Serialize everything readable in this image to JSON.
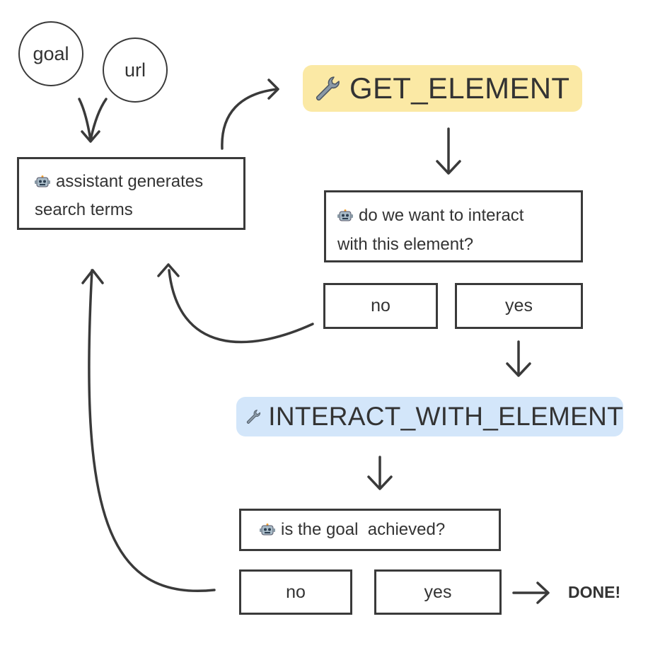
{
  "inputs": {
    "goal": "goal",
    "url": "url"
  },
  "assistant_box": {
    "line1": "assistant generates",
    "line2": "search terms"
  },
  "get_element": {
    "label": "GET_ELEMENT",
    "color": "#fbe9a5"
  },
  "interact_question": {
    "line1": "do we want to interact",
    "line2": "with this element?"
  },
  "interact_choices": {
    "no": "no",
    "yes": "yes"
  },
  "interact_with_element": {
    "label": "INTERACT_WITH_ELEMENT",
    "color": "#d3e6fa"
  },
  "goal_question": {
    "text": "is the goal  achieved?"
  },
  "goal_choices": {
    "no": "no",
    "yes": "yes"
  },
  "done": "DONE!",
  "icons": [
    "robot-icon",
    "wrench-icon",
    "arrow-icon"
  ],
  "colors": {
    "stroke": "#3a3a3a",
    "text": "#333333"
  }
}
